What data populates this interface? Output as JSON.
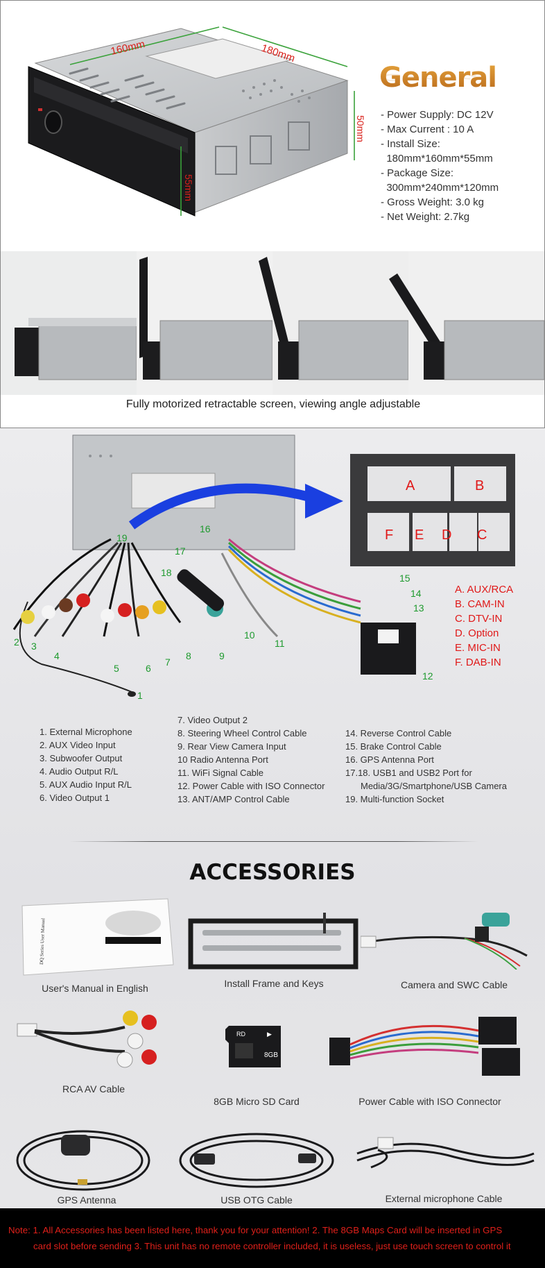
{
  "general": {
    "title": "General",
    "dim_width": "160mm",
    "dim_depth": "180mm",
    "dim_height": "50mm",
    "dim_front": "55mm",
    "specs": [
      "- Power Supply: DC 12V",
      "- Max Current : 10 A",
      "- Install Size:",
      "  180mm*160mm*55mm",
      "- Package Size:",
      "  300mm*240mm*120mm",
      "- Gross Weight: 3.0 kg",
      "- Net Weight: 2.7kg"
    ]
  },
  "motor": {
    "caption": "Fully motorized retractable screen, viewing angle adjustable"
  },
  "wiring": {
    "connector_letters": [
      "A",
      "B",
      "F",
      "E",
      "D",
      "C"
    ],
    "callouts": [
      "1",
      "2",
      "3",
      "4",
      "5",
      "6",
      "7",
      "8",
      "9",
      "10",
      "11",
      "12",
      "13",
      "14",
      "15",
      "16",
      "17",
      "18",
      "19"
    ],
    "connector_legend": [
      "A. AUX/RCA",
      "B. CAM-IN",
      "C. DTV-IN",
      "D. Option",
      "E. MIC-IN",
      "F. DAB-IN"
    ],
    "col1": [
      "1. External Microphone",
      "2. AUX Video Input",
      "3. Subwoofer Output",
      "4. Audio Output R/L",
      "5. AUX Audio Input R/L",
      "6. Video Output 1"
    ],
    "col2": [
      "7. Video Output 2",
      "8. Steering Wheel Control Cable",
      "9. Rear View Camera Input",
      "10 Radio Antenna Port",
      "11. WiFi Signal Cable",
      "12. Power Cable with ISO Connector",
      "13. ANT/AMP Control Cable"
    ],
    "col3": [
      "14. Reverse Control Cable",
      "15. Brake Control Cable",
      "16. GPS Antenna Port",
      "17.18. USB1 and USB2 Port for",
      "Media/3G/Smartphone/USB Camera",
      "19. Multi-function Socket"
    ]
  },
  "accessories": {
    "title": "ACCESSORIES",
    "manual_cover_text": "DQ Series User Manual",
    "sd_brand": "RD",
    "sd_size": "8GB",
    "items": [
      "User's Manual in English",
      "Install Frame and Keys",
      "Camera and SWC Cable",
      "RCA AV Cable",
      "8GB Micro SD Card",
      "Power Cable with ISO Connector",
      "GPS Antenna",
      "USB OTG Cable",
      "External microphone Cable"
    ]
  },
  "note": {
    "line1": "Note: 1. All Accessories has been listed here, thank you for your attention!   2. The 8GB Maps Card will be inserted in GPS",
    "line2": "card slot before sending   3. This unit has no remote controller included, it is useless, just use touch screen to control it"
  }
}
